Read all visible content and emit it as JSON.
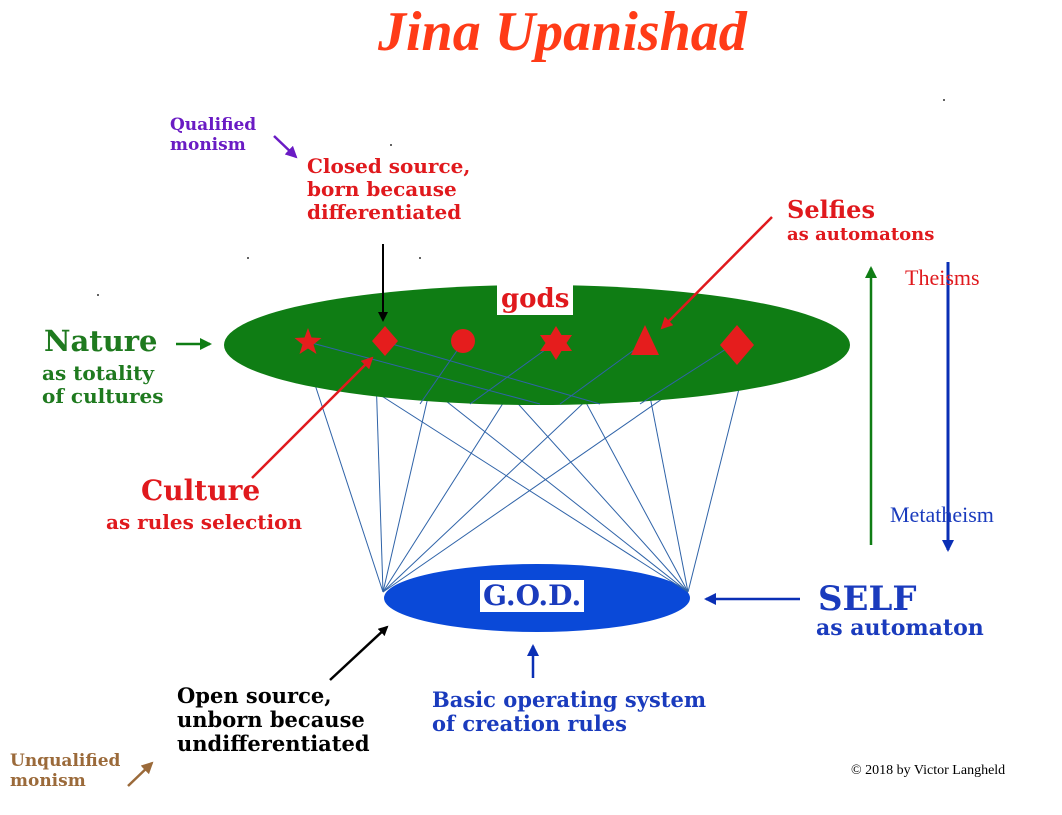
{
  "title": "Jina Upanishad",
  "qualified_monism": "Qualified\nmonism",
  "closed_source": "Closed source,\nborn because\ndifferentiated",
  "selfies": {
    "main": "Selfies",
    "sub": "as automatons"
  },
  "theisms": "Theisms",
  "gods": "gods",
  "nature": {
    "main": "Nature",
    "sub": "as totality\nof cultures"
  },
  "culture": {
    "main": "Culture",
    "sub": "as rules selection"
  },
  "metatheism": "Metatheism",
  "god": "G.O.D.",
  "self": {
    "main": "SELF",
    "sub": "as automaton"
  },
  "open_source": "Open source,\nunborn because\nundifferentiated",
  "basic_os": "Basic operating system\nof creation rules",
  "unqualified_monism": "Unqualified\nmonism",
  "copyright": "©  2018 by Victor Langheld",
  "colors": {
    "title": "#ff3b17",
    "red": "#e0191d",
    "green_ellipse": "#0f7d14",
    "blue_ellipse": "#0a49d8",
    "blue_text": "#1a3bbd",
    "purple": "#6a1bc4",
    "brown": "#9b6a3a",
    "net_lines": "#2f63a8"
  },
  "shapes": [
    "star-5",
    "diamond",
    "circle",
    "star-6",
    "triangle",
    "diamond"
  ]
}
